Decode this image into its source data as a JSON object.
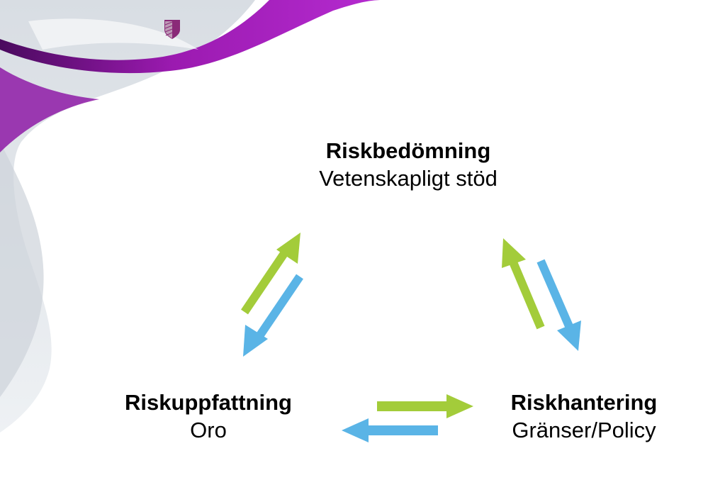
{
  "colors": {
    "accent_purple": "#9b1ab0",
    "forward_arrow": "#a3cc3a",
    "backward_arrow": "#5ab4e6"
  },
  "logo": {
    "icon": "shield-icon"
  },
  "nodes": {
    "top": {
      "title": "Riskbedömning",
      "subtitle": "Vetenskapligt stöd"
    },
    "left": {
      "title": "Riskuppfattning",
      "subtitle": "Oro"
    },
    "right": {
      "title": "Riskhantering",
      "subtitle": "Gränser/Policy"
    }
  }
}
